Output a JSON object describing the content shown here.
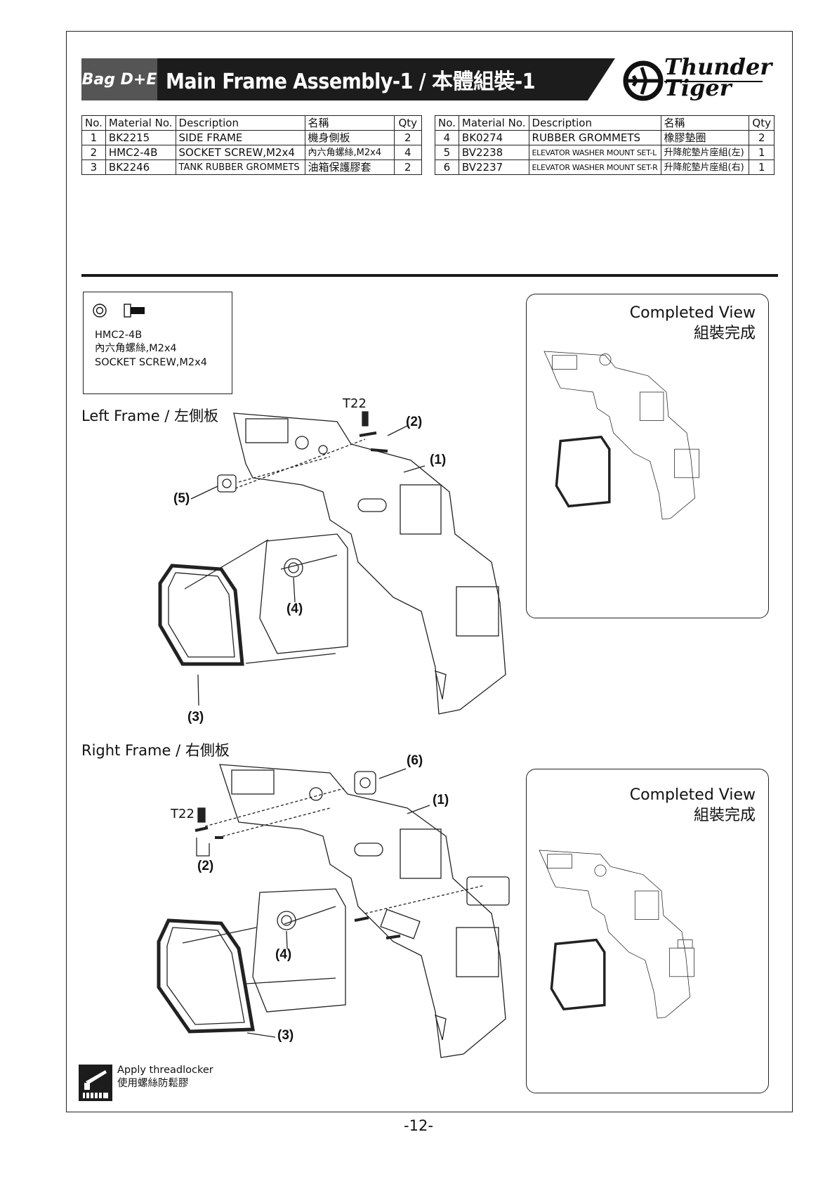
{
  "header": {
    "bag_label": "Bag D+E",
    "title": "Main Frame Assembly-1 / 本體組裝-1",
    "brand_line1": "Thunder",
    "brand_line2": "Tiger"
  },
  "parts_table_left": {
    "headers": [
      "No.",
      "Material No.",
      "Description",
      "名稱",
      "Qty"
    ],
    "rows": [
      {
        "no": "1",
        "material": "BK2215",
        "description": "SIDE FRAME",
        "name_zh": "機身側板",
        "qty": "2"
      },
      {
        "no": "2",
        "material": "HMC2-4B",
        "description": "SOCKET SCREW,M2x4",
        "name_zh": "內六角螺絲,M2x4",
        "qty": "4"
      },
      {
        "no": "3",
        "material": "BK2246",
        "description": "TANK RUBBER GROMMETS",
        "name_zh": "油箱保護膠套",
        "qty": "2"
      }
    ]
  },
  "parts_table_right": {
    "headers": [
      "No.",
      "Material No.",
      "Description",
      "名稱",
      "Qty"
    ],
    "rows": [
      {
        "no": "4",
        "material": "BK0274",
        "description": "RUBBER GROMMETS",
        "name_zh": "橡膠墊圈",
        "qty": "2"
      },
      {
        "no": "5",
        "material": "BV2238",
        "description": "ELEVATOR WASHER MOUNT SET-L",
        "name_zh": "升降舵墊片座組(左)",
        "qty": "1"
      },
      {
        "no": "6",
        "material": "BV2237",
        "description": "ELEVATOR WASHER MOUNT SET-R",
        "name_zh": "升降舵墊片座組(右)",
        "qty": "1"
      }
    ]
  },
  "screw_box": {
    "part_code": "HMC2-4B",
    "name_zh": "內六角螺絲,M2x4",
    "name_en": "SOCKET SCREW,M2x4"
  },
  "left_frame": {
    "label": "Left Frame / 左側板",
    "tool": "T22",
    "callouts": [
      "(2)",
      "(1)",
      "(5)",
      "(4)",
      "(3)"
    ],
    "completed_view": {
      "title_en": "Completed View",
      "title_zh": "組裝完成"
    }
  },
  "right_frame": {
    "label": "Right Frame / 右側板",
    "tool": "T22",
    "callouts": [
      "(6)",
      "(1)",
      "(2)",
      "(4)",
      "(3)"
    ],
    "completed_view": {
      "title_en": "Completed View",
      "title_zh": "組裝完成"
    }
  },
  "note": {
    "line_en": "Apply threadlocker",
    "line_zh": "使用螺絲防鬆膠",
    "icon": "threadlocker-icon"
  },
  "page_number": "-12-"
}
